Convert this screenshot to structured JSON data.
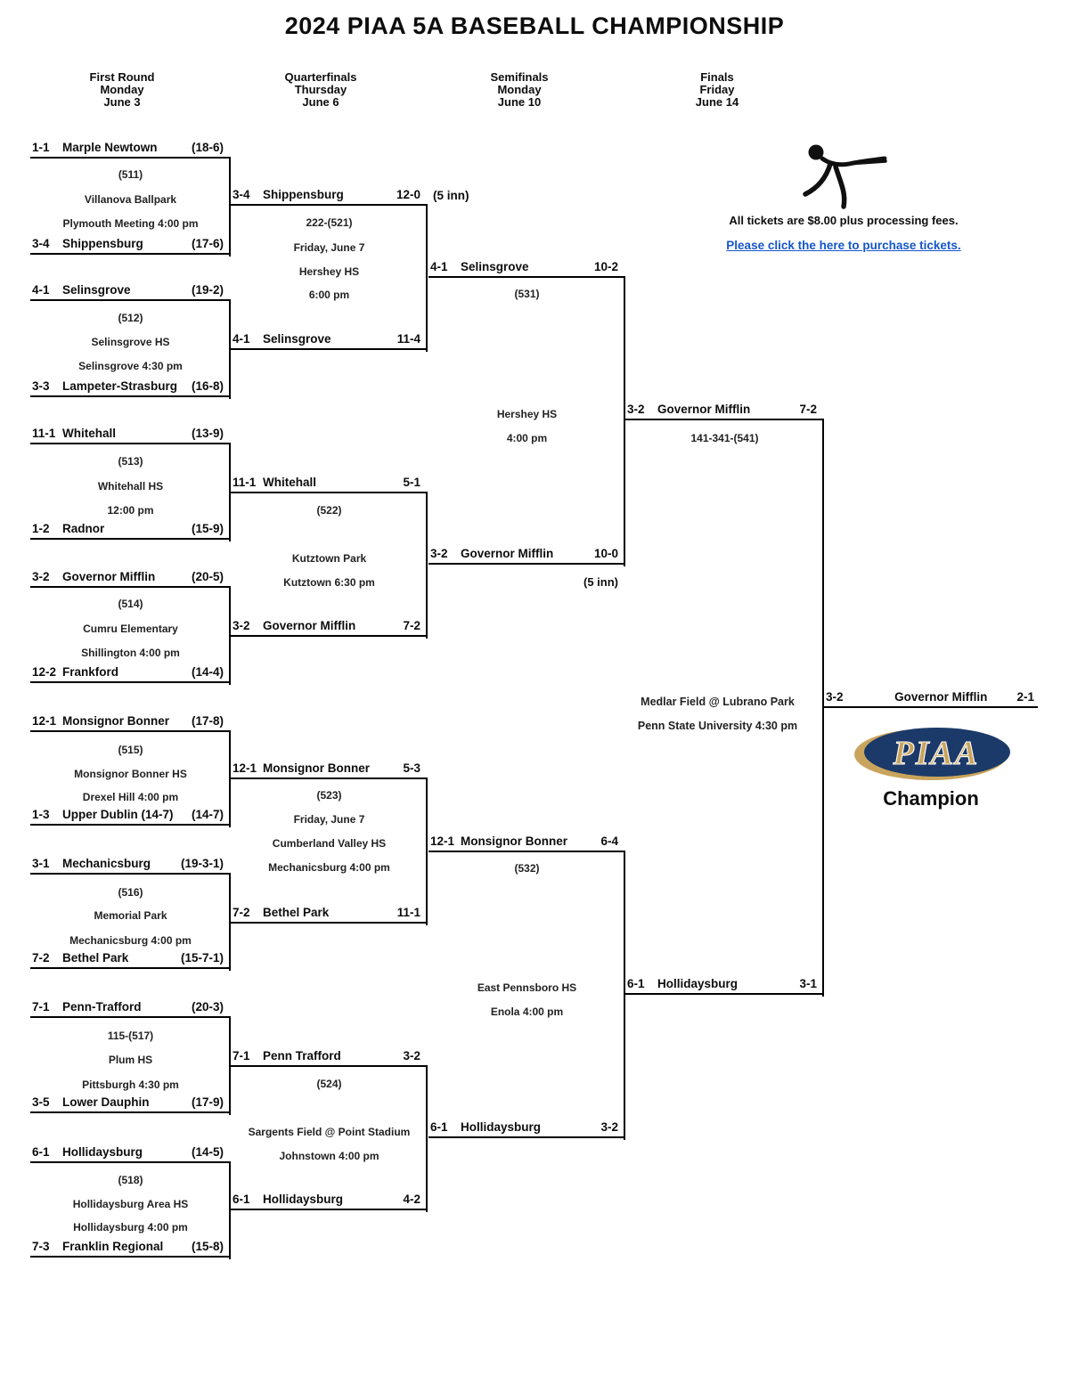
{
  "title": "2024 PIAA 5A BASEBALL CHAMPIONSHIP",
  "rounds": [
    {
      "name": "First Round",
      "day": "Monday",
      "date": "June 3"
    },
    {
      "name": "Quarterfinals",
      "day": "Thursday",
      "date": "June 6"
    },
    {
      "name": "Semifinals",
      "day": "Monday",
      "date": "June 10"
    },
    {
      "name": "Finals",
      "day": "Friday",
      "date": "June 14"
    }
  ],
  "tickets": {
    "price_note": "All tickets are $8.00 plus processing fees.",
    "link_text": "Please click the here to purchase tickets."
  },
  "colors": {
    "line": "#000000",
    "link_blue": "#1556CC",
    "logo_navy": "#1C3A69",
    "logo_gold": "#C9A45C"
  },
  "icons": [
    "batter-icon",
    "piaa-logo"
  ],
  "bracket": {
    "first_round": [
      {
        "top": {
          "seed": "1-1",
          "name": "Marple Newtown",
          "record": "(18-6)"
        },
        "info": [
          "(511)",
          "Villanova Ballpark",
          "Plymouth Meeting 4:00 pm"
        ],
        "bottom": {
          "seed": "3-4",
          "name": "Shippensburg",
          "record": "(17-6)"
        }
      },
      {
        "top": {
          "seed": "4-1",
          "name": "Selinsgrove",
          "record": "(19-2)"
        },
        "info": [
          "(512)",
          "Selinsgrove HS",
          "Selinsgrove 4:30 pm"
        ],
        "bottom": {
          "seed": "3-3",
          "name": "Lampeter-Strasburg",
          "record": "(16-8)"
        }
      },
      {
        "top": {
          "seed": "11-1",
          "name": "Whitehall",
          "record": "(13-9)"
        },
        "info": [
          "(513)",
          "Whitehall HS",
          "12:00 pm"
        ],
        "bottom": {
          "seed": "1-2",
          "name": "Radnor",
          "record": "(15-9)"
        }
      },
      {
        "top": {
          "seed": "3-2",
          "name": "Governor Mifflin",
          "record": "(20-5)"
        },
        "info": [
          "(514)",
          "Cumru Elementary",
          "Shillington 4:00 pm"
        ],
        "bottom": {
          "seed": "12-2",
          "name": "Frankford",
          "record": "(14-4)"
        }
      },
      {
        "top": {
          "seed": "12-1",
          "name": "Monsignor Bonner",
          "record": "(17-8)"
        },
        "info": [
          "(515)",
          "Monsignor Bonner HS",
          "Drexel Hill 4:00 pm"
        ],
        "bottom": {
          "seed": "1-3",
          "name": "Upper Dublin (14-7)",
          "record": "(14-7)"
        }
      },
      {
        "top": {
          "seed": "3-1",
          "name": "Mechanicsburg",
          "record": "(19-3-1)"
        },
        "info": [
          "(516)",
          "Memorial Park",
          "Mechanicsburg  4:00 pm"
        ],
        "bottom": {
          "seed": "7-2",
          "name": "Bethel Park",
          "record": "(15-7-1)"
        }
      },
      {
        "top": {
          "seed": "7-1",
          "name": "Penn-Trafford",
          "record": "(20-3)"
        },
        "info": [
          "115-(517)",
          "Plum HS",
          "Pittsburgh  4:30 pm"
        ],
        "bottom": {
          "seed": "3-5",
          "name": "Lower Dauphin",
          "record": "(17-9)"
        }
      },
      {
        "top": {
          "seed": "6-1",
          "name": "Hollidaysburg",
          "record": "(14-5)"
        },
        "info": [
          "(518)",
          "Hollidaysburg Area HS",
          "Hollidaysburg 4:00 pm"
        ],
        "bottom": {
          "seed": "7-3",
          "name": "Franklin Regional",
          "record": "(15-8)"
        }
      }
    ],
    "quarterfinals": [
      {
        "top": {
          "seed": "3-4",
          "name": "Shippensburg",
          "score": "12-0",
          "note": "(5 inn)"
        },
        "info": [
          "222-(521)",
          "Friday, June 7",
          "Hershey HS",
          "6:00 pm"
        ],
        "bottom": {
          "seed": "4-1",
          "name": "Selinsgrove",
          "score": "11-4"
        }
      },
      {
        "top": {
          "seed": "11-1",
          "name": "Whitehall",
          "score": "5-1"
        },
        "info": [
          "(522)",
          "Kutztown Park",
          "Kutztown 6:30 pm"
        ],
        "bottom": {
          "seed": "3-2",
          "name": "Governor Mifflin",
          "score": "7-2"
        }
      },
      {
        "top": {
          "seed": "12-1",
          "name": "Monsignor Bonner",
          "score": "5-3"
        },
        "info": [
          "(523)",
          "Friday, June 7",
          "Cumberland Valley HS",
          "Mechanicsburg 4:00 pm"
        ],
        "bottom": {
          "seed": "7-2",
          "name": "Bethel Park",
          "score": "11-1"
        }
      },
      {
        "top": {
          "seed": "7-1",
          "name": "Penn Trafford",
          "score": "3-2"
        },
        "info": [
          "(524)",
          "Sargents Field @ Point Stadium",
          "Johnstown 4:00 pm"
        ],
        "bottom": {
          "seed": "6-1",
          "name": "Hollidaysburg",
          "score": "4-2"
        }
      }
    ],
    "semifinals": [
      {
        "top": {
          "seed": "4-1",
          "name": "Selinsgrove",
          "score": "10-2"
        },
        "info": [
          "(531)",
          "Hershey HS",
          "4:00 pm"
        ],
        "bottom": {
          "seed": "3-2",
          "name": "Governor Mifflin",
          "score": "10-0",
          "note": "(5 inn)"
        }
      },
      {
        "top": {
          "seed": "12-1",
          "name": "Monsignor Bonner",
          "score": "6-4"
        },
        "info": [
          "(532)",
          "East Pennsboro HS",
          "Enola 4:00 pm"
        ],
        "bottom": {
          "seed": "6-1",
          "name": "Hollidaysburg",
          "score": "3-2"
        }
      }
    ],
    "final": {
      "top": {
        "seed": "3-2",
        "name": "Governor Mifflin",
        "score": "7-2"
      },
      "info": [
        "141-341-(541)"
      ],
      "venue": [
        "Medlar Field @ Lubrano Park",
        "Penn State University 4:30 pm"
      ],
      "bottom": {
        "seed": "6-1",
        "name": "Hollidaysburg",
        "score": "3-1"
      }
    },
    "champion": {
      "seed": "3-2",
      "name": "Governor Mifflin",
      "score": "2-1",
      "logo_text": "PIAA",
      "label": "Champion"
    }
  }
}
